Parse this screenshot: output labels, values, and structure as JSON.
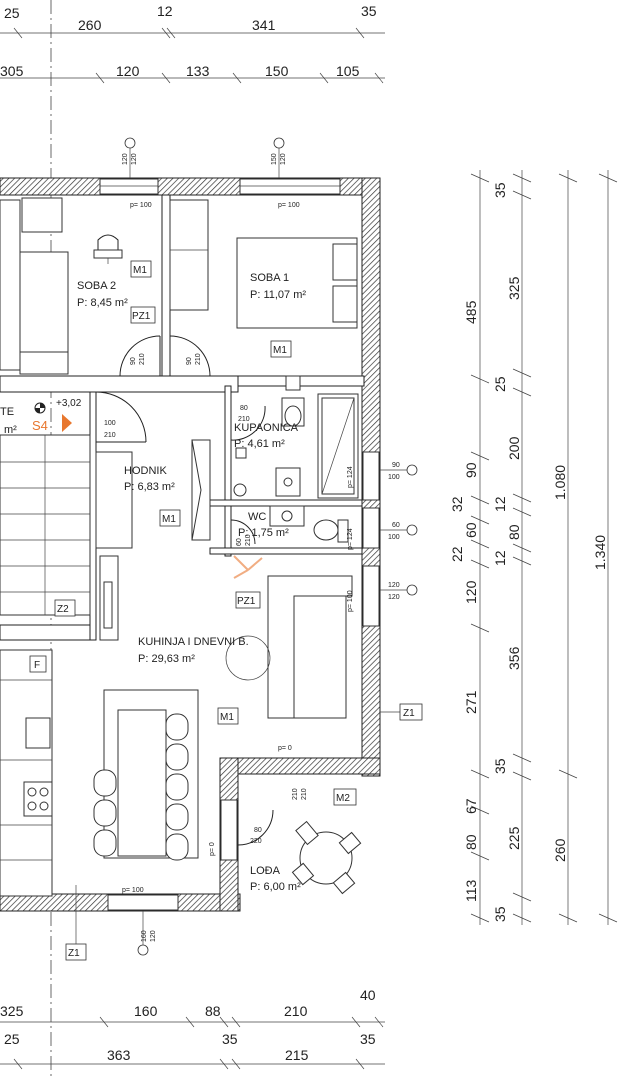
{
  "dims_top_row1": [
    "25",
    "260",
    "12",
    "341",
    "35"
  ],
  "dims_top_row2": [
    "305",
    "120",
    "133",
    "150",
    "105"
  ],
  "dims_right_col1": [
    "35",
    "325",
    "25",
    "200",
    "12",
    "80",
    "12",
    "356",
    "35",
    "225",
    "35"
  ],
  "dims_right_col2": [
    "485",
    "90",
    "32",
    "60",
    "22",
    "120",
    "271",
    "67",
    "80",
    "113"
  ],
  "dims_right_col3": [
    "1.080"
  ],
  "dims_right_col4": [
    "1.340"
  ],
  "dims_right_col5": [
    "260"
  ],
  "dims_bottom_row1": [
    "325",
    "160",
    "88",
    "210",
    "40"
  ],
  "dims_bottom_row2": [
    "25",
    "363",
    "35",
    "215",
    "35"
  ],
  "rooms": {
    "soba2": {
      "name": "SOBA 2",
      "area": "P: 8,45 m²"
    },
    "soba1": {
      "name": "SOBA 1",
      "area": "P: 11,07 m²"
    },
    "kupaonica": {
      "name": "KUPAONICA",
      "area": "P: 4,61 m²"
    },
    "hodnik": {
      "name": "HODNIK",
      "area": "P: 6,83 m²"
    },
    "wc": {
      "name": "WC",
      "area": "P: 1,75 m²"
    },
    "kuhinja": {
      "name": "KUHINJA I DNEVNI B.",
      "area": "P: 29,63 m²"
    },
    "loda": {
      "name": "LOĐA",
      "area": "P: 6,00 m²"
    },
    "partial_left": {
      "name": "TE",
      "area": "m²"
    }
  },
  "tags": {
    "m1": "M1",
    "m2": "M2",
    "pz1": "PZ1",
    "z1": "Z1",
    "z2": "Z2",
    "f": "F",
    "s4": "S4",
    "elevation": "+3,02"
  },
  "window_labels": {
    "w_soba2": [
      "120",
      "120"
    ],
    "w_soba1": [
      "150",
      "120"
    ],
    "w_bath": [
      "90",
      "100"
    ],
    "w_wc": [
      "60",
      "100"
    ],
    "w_living": [
      "120",
      "120"
    ],
    "w_bottom": [
      "160",
      "120"
    ],
    "w_loda": [
      "210",
      "210"
    ]
  },
  "door_labels": {
    "d_soba2": [
      "90",
      "210"
    ],
    "d_soba1": [
      "90",
      "210"
    ],
    "d_entry": [
      "100",
      "210"
    ],
    "d_bath": [
      "80",
      "210"
    ],
    "d_wc": [
      "60",
      "210"
    ],
    "d_loda": [
      "80",
      "220"
    ]
  },
  "sill_labels": {
    "p100": "p= 100",
    "p0": "p= 0",
    "p124": "p= 124"
  },
  "colors": {
    "line": "#222222",
    "accent": "#e8772e"
  }
}
